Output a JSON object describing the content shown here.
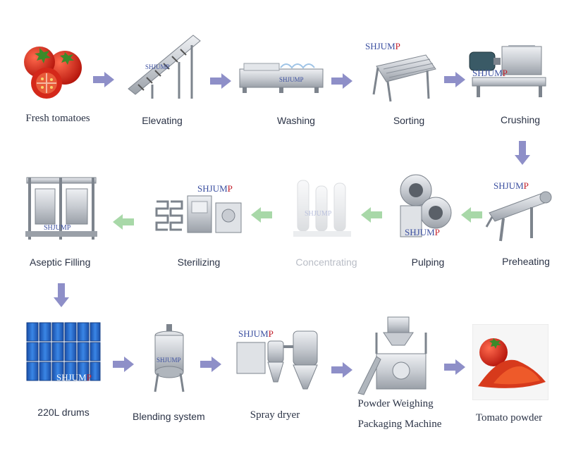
{
  "colors": {
    "arrow_main": "#8e8fc8",
    "arrow_return": "#a8d8a8",
    "steel": "#c8ccd2",
    "steel_dark": "#7d848d",
    "drum_blue": "#1f5fbf",
    "tomato_red": "#d92418",
    "brand_blue": "#3b4fa0",
    "brand_red": "#c21f2b"
  },
  "brand_text": "SHJUMP",
  "steps": [
    {
      "label": "Fresh tomatoes",
      "icon": "tomato-icon"
    },
    {
      "label": "Elevating",
      "icon": "elevator-conveyor-icon"
    },
    {
      "label": "Washing",
      "icon": "washing-machine-icon"
    },
    {
      "label": "Sorting",
      "icon": "sorting-conveyor-icon"
    },
    {
      "label": "Crushing",
      "icon": "crusher-icon"
    },
    {
      "label": "Preheating",
      "icon": "preheater-icon"
    },
    {
      "label": "Pulping",
      "icon": "pulper-icon"
    },
    {
      "label": "Concentrating",
      "icon": "evaporator-icon"
    },
    {
      "label": "Sterilizing",
      "icon": "sterilizer-icon"
    },
    {
      "label": "Aseptic Filling",
      "icon": "aseptic-filler-icon"
    },
    {
      "label": "220L drums",
      "icon": "drums-icon"
    },
    {
      "label": "Blending system",
      "icon": "blending-tank-icon"
    },
    {
      "label": "Spray dryer",
      "icon": "spray-dryer-icon"
    },
    {
      "label_line1": "Powder Weighing",
      "label_line2": "Packaging Machine",
      "icon": "packaging-machine-icon"
    },
    {
      "label": "Tomato powder",
      "icon": "tomato-powder-icon"
    }
  ]
}
